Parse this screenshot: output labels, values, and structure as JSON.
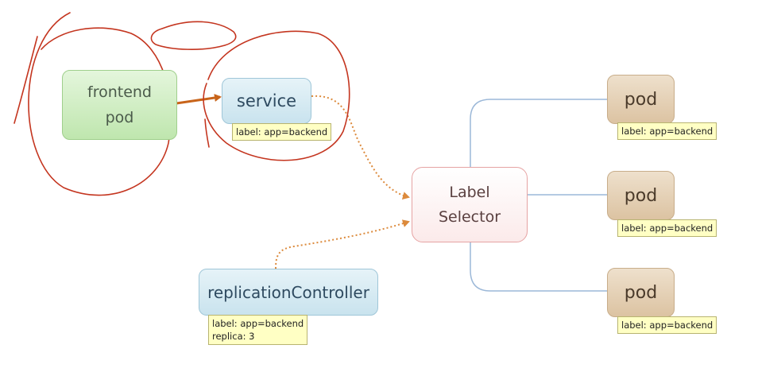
{
  "nodes": {
    "frontend_pod": {
      "line1": "frontend",
      "line2": "pod"
    },
    "service": {
      "label": "service",
      "tag": "label: app=backend"
    },
    "label_selector": {
      "line1": "Label",
      "line2": "Selector"
    },
    "replication_controller": {
      "label": "replicationController",
      "tag_line1": "label: app=backend",
      "tag_line2": "replica: 3"
    },
    "pods": [
      {
        "label": "pod",
        "tag": "label: app=backend"
      },
      {
        "label": "pod",
        "tag": "label: app=backend"
      },
      {
        "label": "pod",
        "tag": "label: app=backend"
      }
    ]
  },
  "colors": {
    "solid_arrow": "#c8641a",
    "dotted_arrow": "#dc8a3c",
    "tree_lines": "#9cb8d8",
    "annotation_ink": "#c4351f"
  }
}
